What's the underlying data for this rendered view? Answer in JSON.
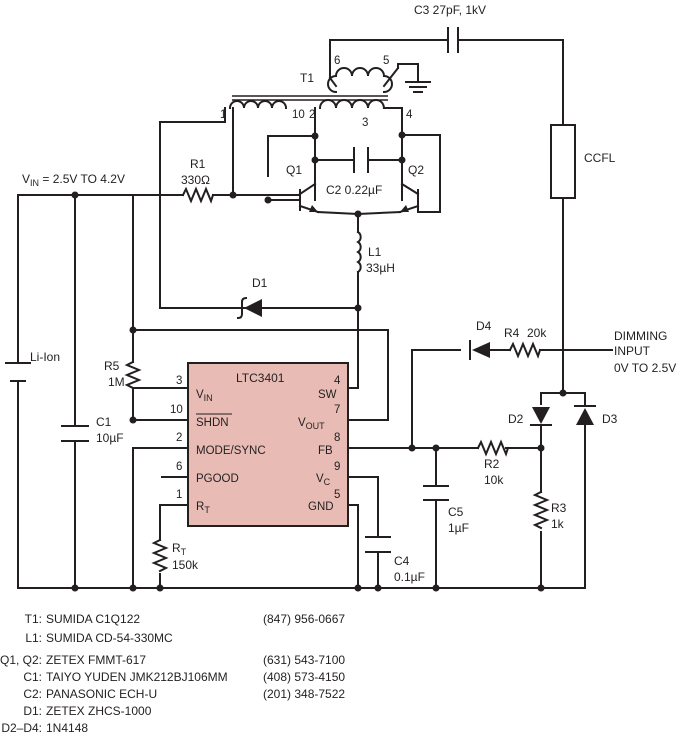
{
  "schematic": {
    "vin_label": "V",
    "vin_sub": "IN",
    "vin_range": " = 2.5V TO 4.2V",
    "ic_name": "LTC3401",
    "pins": {
      "vin": {
        "num": "3",
        "name": "V",
        "sub": "IN"
      },
      "shdn": {
        "num": "10",
        "name": "SHDN"
      },
      "mode": {
        "num": "2",
        "name": "MODE/SYNC"
      },
      "pgood": {
        "num": "6",
        "name": "PGOOD"
      },
      "rt": {
        "num": "1",
        "name": "R",
        "sub": "T"
      },
      "sw": {
        "num": "4",
        "name": "SW"
      },
      "vout": {
        "num": "7",
        "name": "V",
        "sub": "OUT"
      },
      "fb": {
        "num": "8",
        "name": "FB"
      },
      "vc": {
        "num": "9",
        "name": "V",
        "sub": "C"
      },
      "gnd": {
        "num": "5",
        "name": "GND"
      }
    },
    "t1": {
      "ref": "T1",
      "pins": [
        "1",
        "10",
        "2",
        "3",
        "4",
        "5",
        "6"
      ]
    },
    "q1": "Q1",
    "q2": "Q2",
    "c2": "C2  0.22µF",
    "c3": "C3  27pF, 1kV",
    "r1": {
      "ref": "R1",
      "val": "330Ω"
    },
    "l1": {
      "ref": "L1",
      "val": "33µH"
    },
    "d1": "D1",
    "r5": {
      "ref": "R5",
      "val": "1M"
    },
    "c1": {
      "ref": "C1",
      "val": "10µF"
    },
    "battery": "Li-Ion",
    "rt": {
      "ref": "R",
      "sub": "T",
      "val": "150k"
    },
    "c4": {
      "ref": "C4",
      "val": "0.1µF"
    },
    "c5": {
      "ref": "C5",
      "val": "1µF"
    },
    "r2": {
      "ref": "R2",
      "val": "10k"
    },
    "r3": {
      "ref": "R3",
      "val": "1k"
    },
    "r4": {
      "ref": "R4",
      "val": "20k"
    },
    "d2": "D2",
    "d3": "D3",
    "d4": "D4",
    "ccfl": "CCFL",
    "dimming": [
      "DIMMING",
      "INPUT",
      "0V TO 2.5V"
    ]
  },
  "parts_list": [
    {
      "ref": "T1:",
      "desc": "SUMIDA C1Q122",
      "phone": "(847) 956-0667"
    },
    {
      "ref": "L1:",
      "desc": "SUMIDA CD-54-330MC",
      "phone": ""
    },
    {
      "ref": "Q1, Q2:",
      "desc": "ZETEX FMMT-617",
      "phone": "(631) 543-7100"
    },
    {
      "ref": "C1:",
      "desc": "TAIYO YUDEN JMK212BJ106MM",
      "phone": "(408) 573-4150"
    },
    {
      "ref": "C2:",
      "desc": "PANASONIC ECH-U",
      "phone": "(201) 348-7522"
    },
    {
      "ref": "D1:",
      "desc": "ZETEX ZHCS-1000",
      "phone": ""
    },
    {
      "ref": "D2–D4:",
      "desc": "1N4148",
      "phone": ""
    }
  ]
}
